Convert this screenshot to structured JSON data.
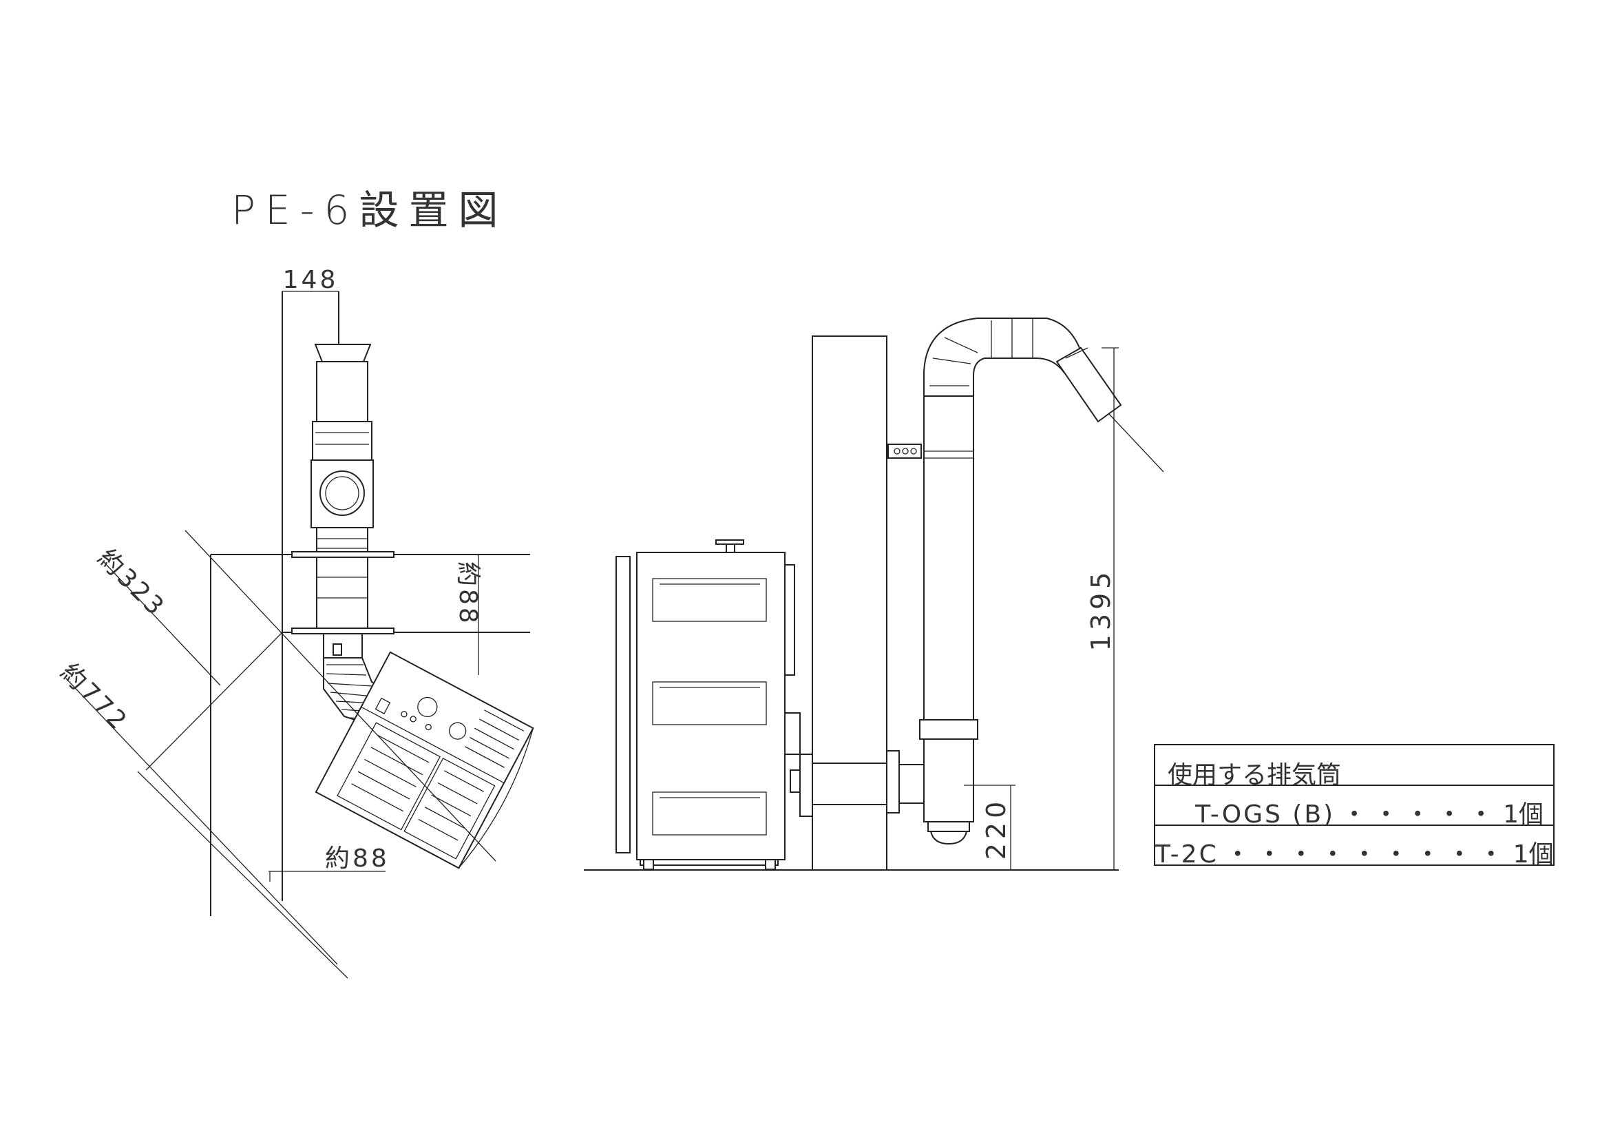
{
  "title": "PE-6設置図",
  "dimensions": {
    "top_width": "148",
    "diag_323": "約323",
    "diag_772": "約772",
    "right_88": "約88",
    "bottom_88": "約88",
    "height_1395": "1395",
    "height_220": "220"
  },
  "table": {
    "header": "使用する排気筒",
    "rows": [
      {
        "name": "T-OGS (B)",
        "dots": "・・・・・",
        "count": "1個"
      },
      {
        "name": "T-2C",
        "dots": "・・・・・・・・・",
        "count": "1個"
      }
    ]
  }
}
